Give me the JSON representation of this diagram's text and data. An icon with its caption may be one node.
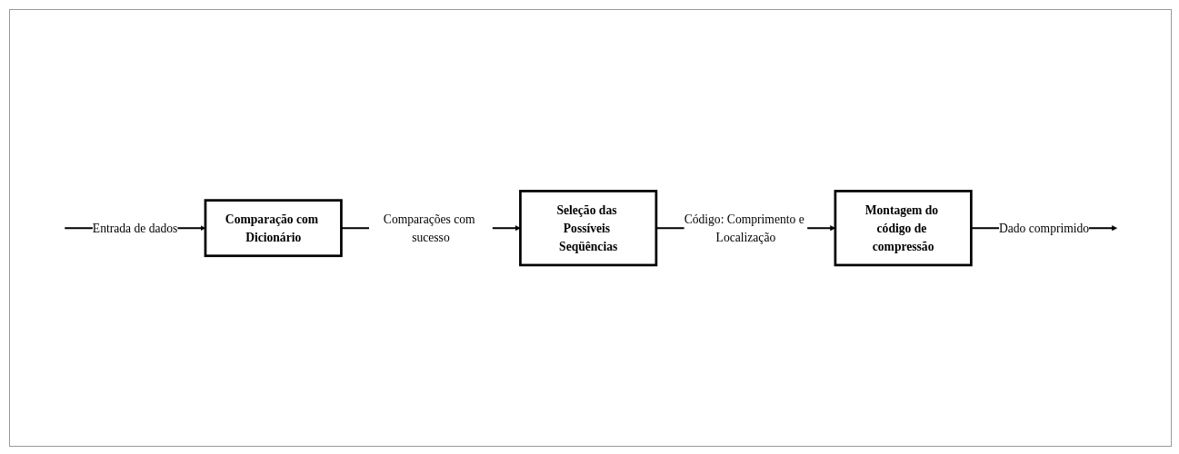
{
  "diagram": {
    "nodes": [
      {
        "text": [
          "Comparação com Dicionário"
        ]
      },
      {
        "text": [
          "Seleção das Possíveis Seqüências"
        ]
      },
      {
        "text": [
          "Montagem do código de compressão"
        ]
      }
    ],
    "edges": [
      {
        "from": null,
        "to": 0,
        "arrow": "to",
        "label": "Entrada de dados"
      },
      {
        "from": 0,
        "to": 1,
        "arrow": "to",
        "label": "Comparações com sucesso"
      },
      {
        "from": 1,
        "to": 2,
        "arrow": "to",
        "label": "Código: Comprimento e Localização"
      },
      {
        "from": 2,
        "to": null,
        "arrow": "to",
        "label": "Dado comprimido"
      }
    ]
  }
}
